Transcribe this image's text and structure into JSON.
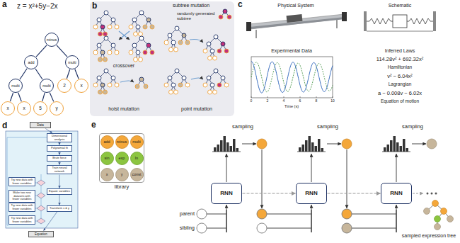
{
  "diagram": {
    "nodes": [
      {
        "text": [
          "minus"
        ]
      },
      {
        "text": [
          "add"
        ]
      },
      {
        "text": [
          "multi"
        ]
      },
      {
        "text": [
          "multi"
        ]
      },
      {
        "text": [
          "multi"
        ]
      },
      {
        "text": [
          "2"
        ]
      },
      {
        "text": [
          "x"
        ]
      },
      {
        "text": [
          "x"
        ]
      },
      {
        "text": [
          "x"
        ]
      },
      {
        "text": [
          "5"
        ]
      },
      {
        "text": [
          "y"
        ]
      },
      {
        "text": [
          "Data"
        ]
      },
      {
        "text": [
          "Dimensional analysis"
        ]
      },
      {
        "text": [
          "Polynomial fit"
        ]
      },
      {
        "text": [
          "Brute force"
        ]
      },
      {
        "text": [
          "Train neural network"
        ]
      },
      {
        "text": [
          "Try new data with fewer variables"
        ]
      },
      {
        "text": [
          "Make two new datasets with fewer variables"
        ]
      },
      {
        "text": [
          "Try new data with fewer variables"
        ]
      },
      {
        "text": [
          "Equate variables"
        ]
      },
      {
        "text": [
          "Try new data with fewer variables"
        ]
      },
      {
        "text": [
          "Transform x & y"
        ]
      },
      {
        "text": [
          "Equation"
        ]
      },
      {
        "text": [
          "library"
        ]
      },
      {
        "text": [
          "add"
        ],
        "in": 23
      },
      {
        "text": [
          "minus"
        ],
        "in": 23
      },
      {
        "text": [
          "multi"
        ],
        "in": 23
      },
      {
        "text": [
          "sin"
        ],
        "in": 23
      },
      {
        "text": [
          "exp"
        ],
        "in": 23
      },
      {
        "text": [
          "ln"
        ],
        "in": 23
      },
      {
        "text": [
          "x"
        ],
        "in": 23
      },
      {
        "text": [
          "y"
        ],
        "in": 23
      },
      {
        "text": [
          "const"
        ],
        "in": 23
      },
      {
        "text": [
          "RNN"
        ]
      },
      {
        "text": [
          "RNN"
        ]
      },
      {
        "text": [
          "RNN"
        ]
      }
    ],
    "edges": [
      {
        "from": 0,
        "to": 1,
        "arrow": "none"
      },
      {
        "from": 0,
        "to": 2,
        "arrow": "none"
      },
      {
        "from": 1,
        "to": 3,
        "arrow": "none"
      },
      {
        "from": 1,
        "to": 4,
        "arrow": "none"
      },
      {
        "from": 2,
        "to": 5,
        "arrow": "none"
      },
      {
        "from": 2,
        "to": 6,
        "arrow": "none"
      },
      {
        "from": 3,
        "to": 7,
        "arrow": "none"
      },
      {
        "from": 3,
        "to": 8,
        "arrow": "none"
      },
      {
        "from": 4,
        "to": 9,
        "arrow": "none"
      },
      {
        "from": 4,
        "to": 10,
        "arrow": "none"
      },
      {
        "from": 11,
        "to": 12,
        "arrow": "to"
      },
      {
        "from": 12,
        "to": 13,
        "arrow": "to"
      },
      {
        "from": 13,
        "to": 14,
        "arrow": "to"
      },
      {
        "from": 14,
        "to": 15,
        "arrow": "to"
      },
      {
        "from": 15,
        "to": 19,
        "arrow": "to"
      },
      {
        "from": 19,
        "to": 21,
        "arrow": "to"
      },
      {
        "from": 21,
        "to": 22,
        "arrow": "to"
      },
      {
        "from": 33,
        "to": 34,
        "arrow": "to"
      },
      {
        "from": 34,
        "to": 35,
        "arrow": "to"
      }
    ],
    "labels": [
      "a",
      "z = x²+5y−2x",
      "b",
      "crossover",
      "subtree mutation",
      "randomly generated subtree",
      "hoist mutation",
      "point mutation",
      "c",
      "Physical System",
      "Schematic",
      "Experimental Data",
      "Inferred Laws",
      "0",
      "2",
      "4",
      "6",
      "8",
      "10",
      "Time (s)",
      "114.28v² + 692.32x²",
      "Hamiltonian",
      "v² − 6.04x²",
      "Lagrangian",
      "a − 0.008v − 6.02x",
      "Equation of motion",
      "d",
      "e",
      "sampling",
      "sampling",
      "sampling",
      "parent",
      "sibling",
      "sampled expression tree"
    ]
  }
}
